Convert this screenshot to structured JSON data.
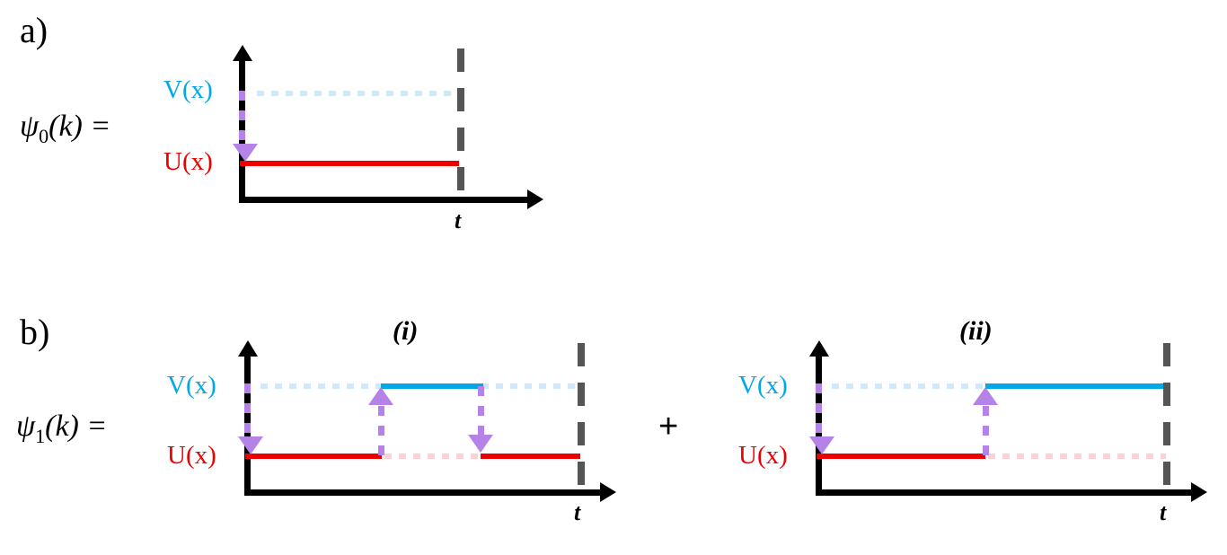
{
  "figure": {
    "type": "diagram",
    "description": "Dyson-series style expansion of a wavefunction into zeroth and first order trajectory diagrams",
    "colors": {
      "potential_v": "#00a8e8",
      "potential_u": "#ee0000",
      "potential_v_faint": "#cfe9fb",
      "potential_u_faint": "#fbd2d2",
      "transition_arrow": "#b583e8",
      "time_marker": "#555555",
      "axis": "#000000"
    }
  },
  "panels": [
    {
      "letter": "a)",
      "formula": {
        "symbol": "ψ",
        "order": "0",
        "arg": "(k)",
        "equals": "="
      },
      "subpanels": [
        {
          "title": "",
          "axis": {
            "t_label": "t"
          },
          "levels": [
            {
              "name": "V(x)",
              "label": "V(x)",
              "value": "V"
            },
            {
              "name": "U(x)",
              "label": "U(x)",
              "value": "U"
            }
          ],
          "trajectory": [
            {
              "level": "U",
              "style": "solid",
              "color": "red",
              "from": 0.0,
              "to": 1.0
            }
          ],
          "background_levels": [
            {
              "level": "V",
              "style": "dotted",
              "color": "blue-faint",
              "from": 0.0,
              "to": 1.0
            }
          ],
          "transitions": [
            {
              "at": 0.0,
              "direction": "down",
              "from": "V",
              "to": "U"
            }
          ]
        }
      ]
    },
    {
      "letter": "b)",
      "formula": {
        "symbol": "ψ",
        "order": "1",
        "arg": "(k)",
        "equals": "="
      },
      "operator": "+",
      "subpanels": [
        {
          "title": "(i)",
          "axis": {
            "t_label": "t"
          },
          "levels": [
            {
              "name": "V(x)",
              "label": "V(x)",
              "value": "V"
            },
            {
              "name": "U(x)",
              "label": "U(x)",
              "value": "U"
            }
          ],
          "trajectory": [
            {
              "level": "U",
              "style": "solid",
              "color": "red",
              "from": 0.0,
              "to": 0.4
            },
            {
              "level": "V",
              "style": "solid",
              "color": "blue",
              "from": 0.4,
              "to": 0.7
            },
            {
              "level": "U",
              "style": "solid",
              "color": "red",
              "from": 0.7,
              "to": 1.0
            }
          ],
          "background_levels": [
            {
              "level": "V",
              "style": "dotted",
              "color": "blue-faint",
              "from": 0.0,
              "to": 0.4
            },
            {
              "level": "V",
              "style": "dotted",
              "color": "blue-faint",
              "from": 0.7,
              "to": 1.0
            },
            {
              "level": "U",
              "style": "dotted",
              "color": "red-faint",
              "from": 0.4,
              "to": 0.7
            }
          ],
          "transitions": [
            {
              "at": 0.0,
              "direction": "down",
              "from": "V",
              "to": "U"
            },
            {
              "at": 0.4,
              "direction": "up",
              "from": "U",
              "to": "V"
            },
            {
              "at": 0.7,
              "direction": "down",
              "from": "V",
              "to": "U"
            }
          ]
        },
        {
          "title": "(ii)",
          "axis": {
            "t_label": "t"
          },
          "levels": [
            {
              "name": "V(x)",
              "label": "V(x)",
              "value": "V"
            },
            {
              "name": "U(x)",
              "label": "U(x)",
              "value": "U"
            }
          ],
          "trajectory": [
            {
              "level": "U",
              "style": "solid",
              "color": "red",
              "from": 0.0,
              "to": 0.45
            },
            {
              "level": "V",
              "style": "solid",
              "color": "blue",
              "from": 0.45,
              "to": 1.0
            }
          ],
          "background_levels": [
            {
              "level": "V",
              "style": "dotted",
              "color": "blue-faint",
              "from": 0.0,
              "to": 0.45
            },
            {
              "level": "U",
              "style": "dotted",
              "color": "red-faint",
              "from": 0.45,
              "to": 1.0
            }
          ],
          "transitions": [
            {
              "at": 0.0,
              "direction": "down",
              "from": "V",
              "to": "U"
            },
            {
              "at": 0.45,
              "direction": "up",
              "from": "U",
              "to": "V"
            }
          ]
        }
      ]
    }
  ],
  "labels": {
    "panel_a_letter": "a)",
    "panel_b_letter": "b)",
    "formula_a": "ψ",
    "formula_a_sub": "0",
    "formula_a_rest": "(k) =",
    "formula_b": "ψ",
    "formula_b_sub": "1",
    "formula_b_rest": "(k) =",
    "subpanel_i": "(i)",
    "subpanel_ii": "(ii)",
    "plus": "+",
    "v_label": "V(x)",
    "u_label": "U(x)",
    "t_label": "t"
  }
}
